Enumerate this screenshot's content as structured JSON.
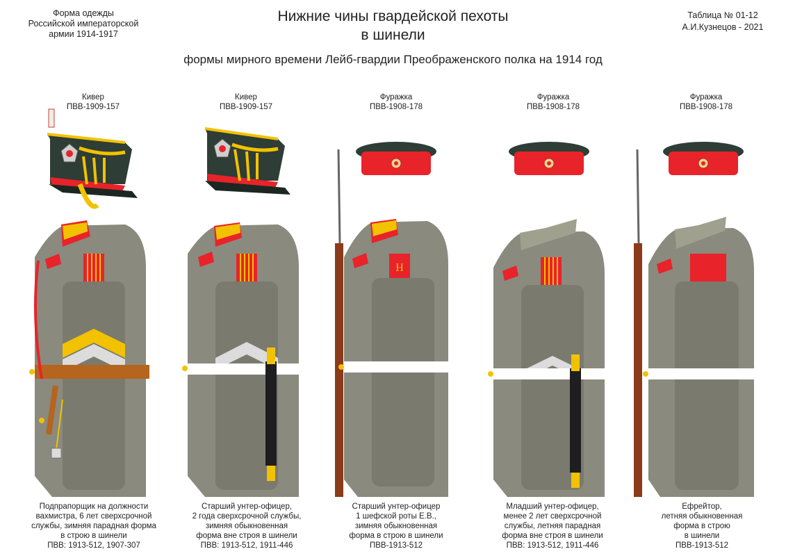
{
  "header": {
    "left_lines": [
      "Форма одежды",
      "Российской императорской",
      "армии  1914-1917"
    ],
    "title_lines": [
      "Нижние чины гвардейской пехоты",
      "в шинели"
    ],
    "subtitle": "формы мирного времени Лейб-гвардии Преображенского полка на 1914 год",
    "right_lines": [
      "Таблица № 01-12",
      "А.И.Кузнецов - 2021"
    ]
  },
  "figures": [
    {
      "headgear_lines": [
        "Кивер",
        "ПВВ-1909-157"
      ],
      "caption_lines": [
        "Подпрапорщик на должности",
        "вахмистра, 6 лет сверхсрочной",
        "службы, зимняя парадная форма",
        "в строю в шинели",
        "ПВВ: 1913-512, 1907-307"
      ]
    },
    {
      "headgear_lines": [
        "Кивер",
        "ПВВ-1909-157"
      ],
      "caption_lines": [
        "Старший унтер-офицер,",
        "2 года сверхсрочной службы,",
        "зимняя обыкновенная",
        "форма вне  строя в шинели",
        "ПВВ: 1913-512, 1911-446"
      ]
    },
    {
      "headgear_lines": [
        "Фуражка",
        "ПВВ-1908-178"
      ],
      "caption_lines": [
        "Старший унтер-офицер",
        "1 шефской роты Е.В.,",
        "зимняя обыкновенная",
        "форма в строю в шинели",
        "ПВВ-1913-512"
      ]
    },
    {
      "headgear_lines": [
        "Фуражка",
        "ПВВ-1908-178"
      ],
      "caption_lines": [
        "Младший унтер-офицер,",
        "менее 2 лет сверхсрочной",
        "службы, летняя парадная",
        "форма вне строя в шинели",
        "ПВВ: 1913-512, 1911-446"
      ]
    },
    {
      "headgear_lines": [
        "Фуражка",
        "ПВВ-1908-178"
      ],
      "caption_lines": [
        "Ефрейтор,",
        "летняя обыкновенная",
        "форма в строю",
        "в шинели",
        "ПВВ-1913-512"
      ]
    }
  ],
  "colors": {
    "coat": "#8a8a7e",
    "coat_shade": "#7a7a6f",
    "coat_edge": "#6b6b61",
    "collar_red": "#e8232a",
    "gold": "#f2c200",
    "belt_white": "#ffffff",
    "cap_band": "#e8232a",
    "cap_crown": "#2e3d35",
    "leather": "#b5651d",
    "scabbard": "#1e1e1e"
  }
}
